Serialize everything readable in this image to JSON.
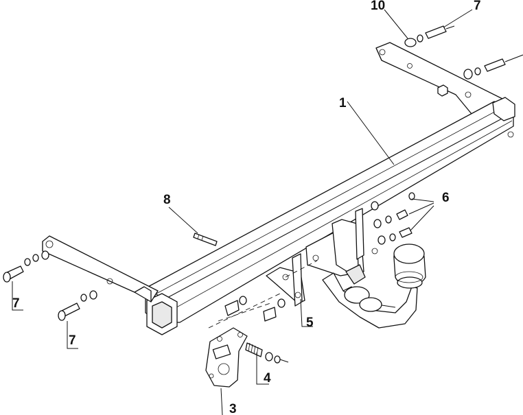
{
  "callouts": {
    "c1": "1",
    "c3": "3",
    "c4": "4",
    "c5": "5",
    "c6": "6",
    "c7_top": "7",
    "c7_left_upper": "7",
    "c7_left_lower": "7",
    "c8": "8",
    "c10": "10"
  }
}
